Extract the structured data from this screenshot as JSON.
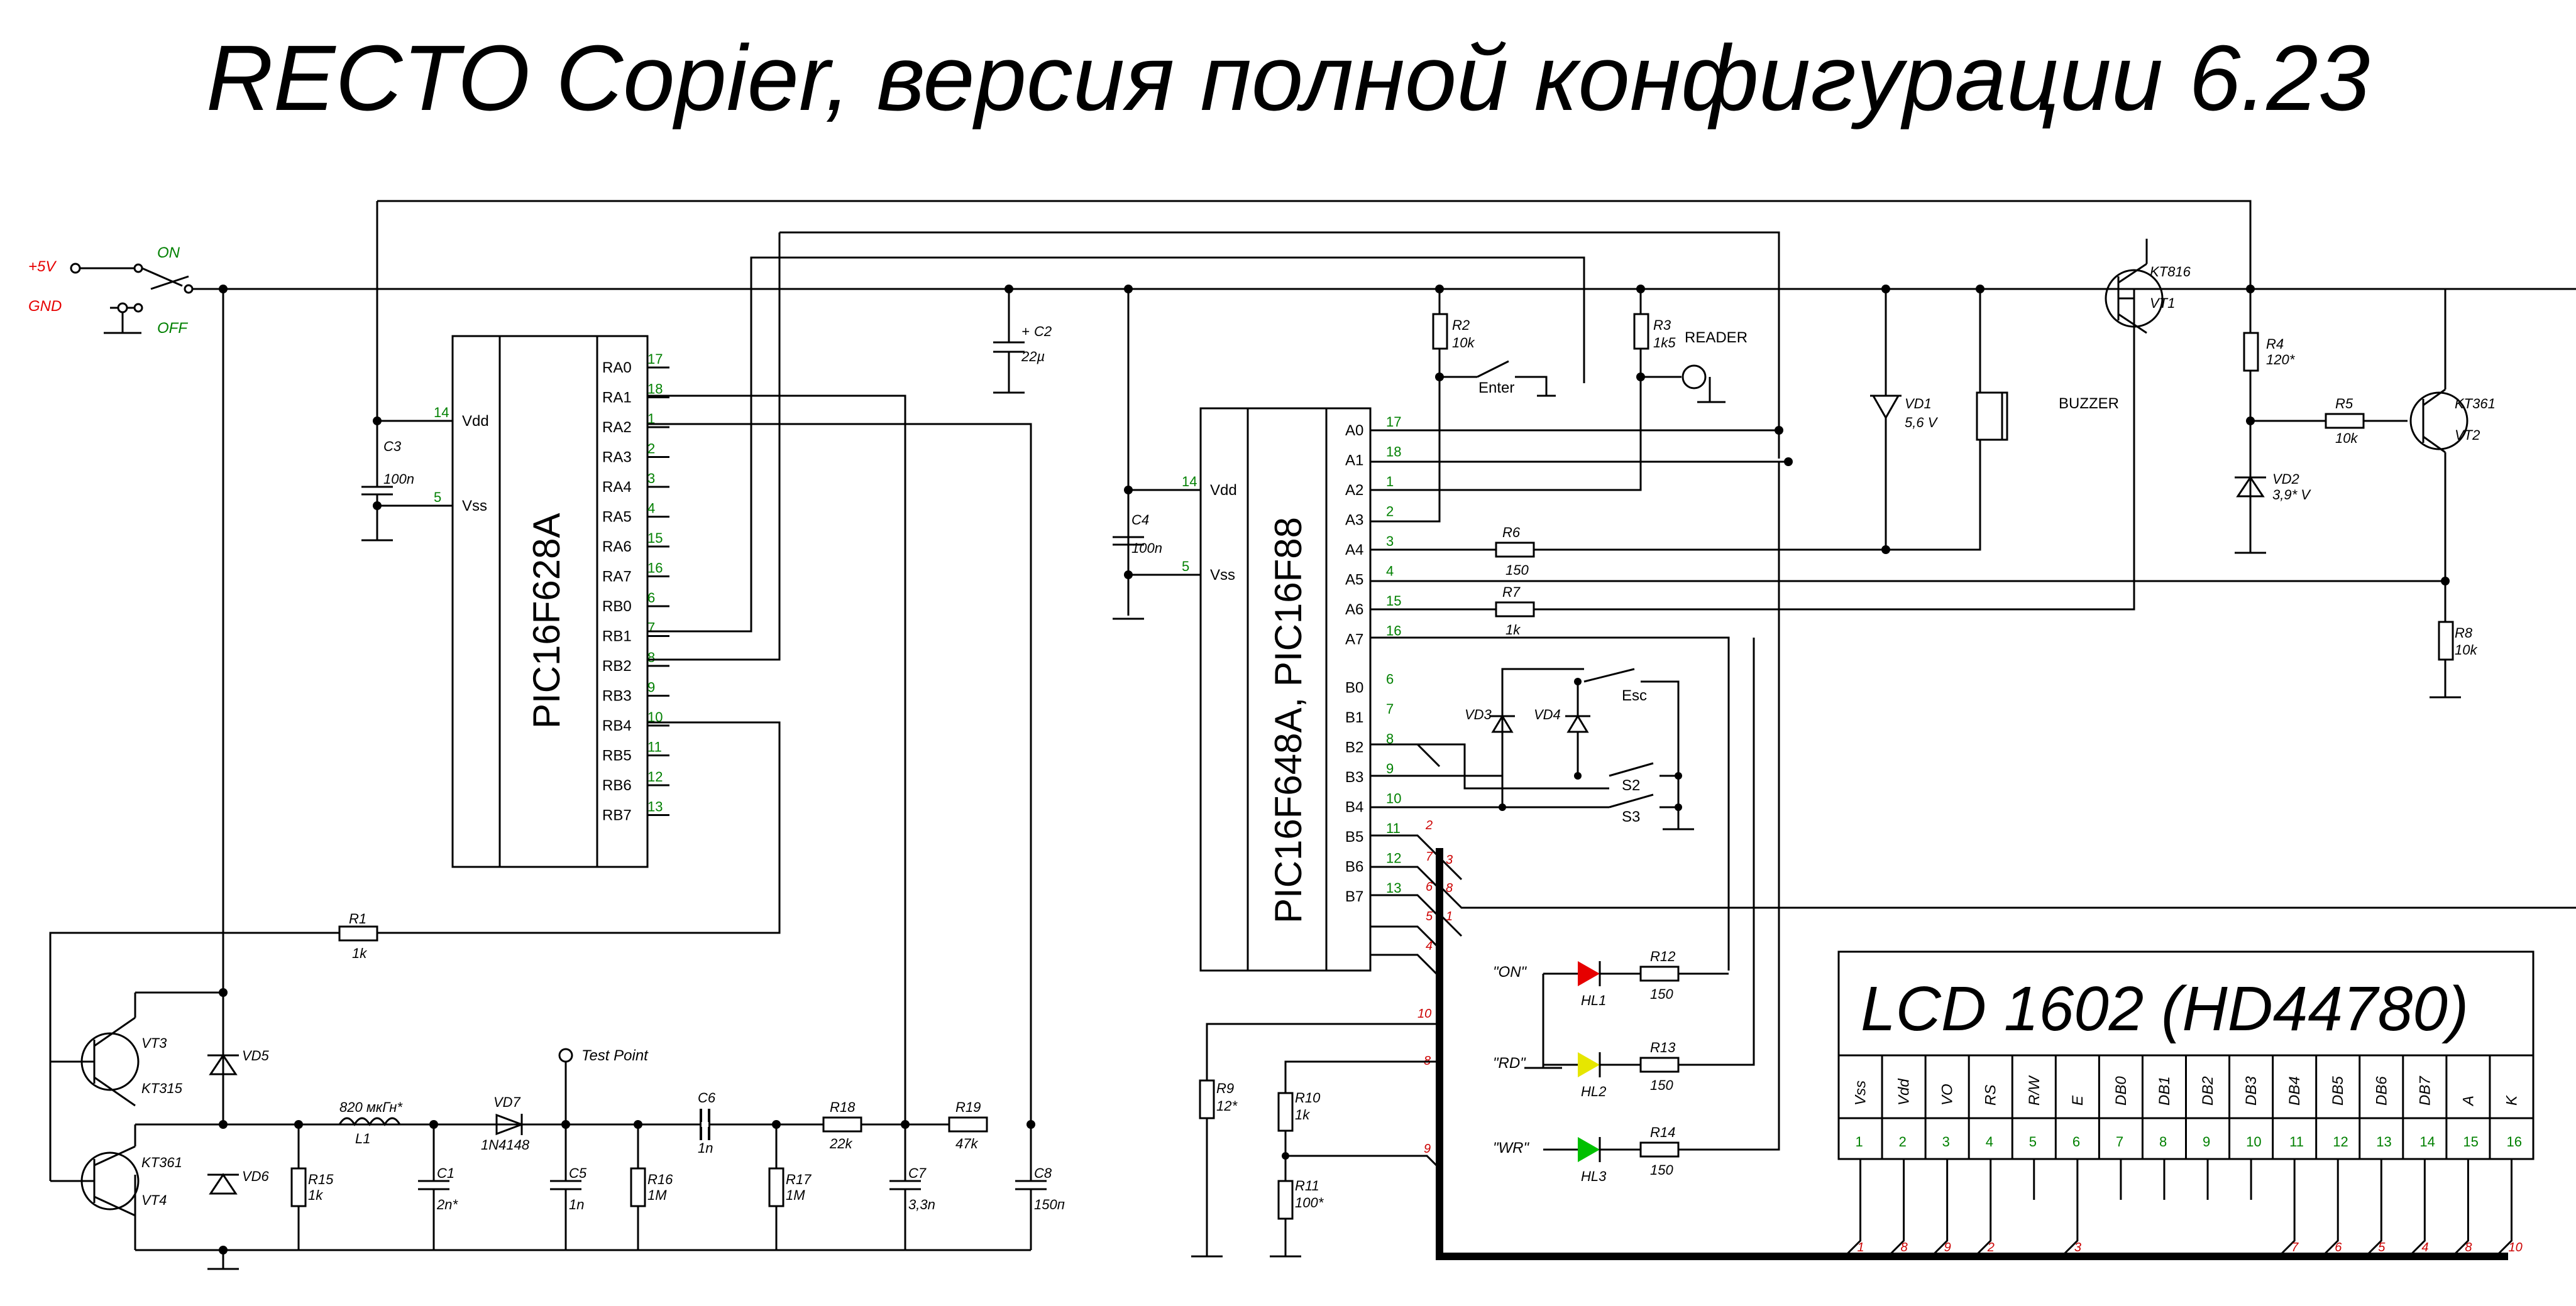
{
  "title": "RECTO Copier, версия полной конфигурации 6.23",
  "power": {
    "plus": "+5V",
    "gnd": "GND",
    "on": "ON",
    "off": "OFF"
  },
  "mcu1": {
    "name": "PIC16F628A",
    "left_pins": [
      {
        "n": "14",
        "s": "Vdd"
      },
      {
        "n": "5",
        "s": "Vss"
      }
    ],
    "right_pins": [
      {
        "s": "RA0",
        "n": "17"
      },
      {
        "s": "RA1",
        "n": "18"
      },
      {
        "s": "RA2",
        "n": "1"
      },
      {
        "s": "RA3",
        "n": "2"
      },
      {
        "s": "RA4",
        "n": "3"
      },
      {
        "s": "RA5",
        "n": "4"
      },
      {
        "s": "RA6",
        "n": "15"
      },
      {
        "s": "RA7",
        "n": "16"
      },
      {
        "s": "RB0",
        "n": "6"
      },
      {
        "s": "RB1",
        "n": "7"
      },
      {
        "s": "RB2",
        "n": "8"
      },
      {
        "s": "RB3",
        "n": "9"
      },
      {
        "s": "RB4",
        "n": "10"
      },
      {
        "s": "RB5",
        "n": "11"
      },
      {
        "s": "RB6",
        "n": "12"
      },
      {
        "s": "RB7",
        "n": "13"
      }
    ]
  },
  "mcu2": {
    "name": "PIC16F648A, PIC16F88",
    "left_pins": [
      {
        "n": "14",
        "s": "Vdd"
      },
      {
        "n": "5",
        "s": "Vss"
      }
    ],
    "right_pins": [
      {
        "s": "A0",
        "n": "17"
      },
      {
        "s": "A1",
        "n": "18"
      },
      {
        "s": "A2",
        "n": "1"
      },
      {
        "s": "A3",
        "n": "2"
      },
      {
        "s": "A4",
        "n": "3"
      },
      {
        "s": "A5",
        "n": "4"
      },
      {
        "s": "A6",
        "n": "15"
      },
      {
        "s": "A7",
        "n": "16"
      },
      {
        "s": "B0",
        "n": "6"
      },
      {
        "s": "B1",
        "n": "7"
      },
      {
        "s": "B2",
        "n": "8"
      },
      {
        "s": "B3",
        "n": "9"
      },
      {
        "s": "B4",
        "n": "10"
      },
      {
        "s": "B5",
        "n": "11"
      },
      {
        "s": "B6",
        "n": "12"
      },
      {
        "s": "B7",
        "n": "13"
      }
    ]
  },
  "bus_labels": {
    "b3": "2",
    "b4": "7",
    "b4b": "3",
    "b5": "6",
    "b5b": "8",
    "b6": "5",
    "b6b": "1",
    "b7": "4",
    "l10": "10",
    "l8": "8",
    "l9": "9"
  },
  "components": {
    "C2": {
      "ref": "C2",
      "val": "22µ",
      "plus": "+"
    },
    "C3": {
      "ref": "C3",
      "val": "100n"
    },
    "C4": {
      "ref": "C4",
      "val": "100n"
    },
    "R1": {
      "ref": "R1",
      "val": "1k"
    },
    "R2": {
      "ref": "R2",
      "val": "10k"
    },
    "R3": {
      "ref": "R3",
      "val": "1k5"
    },
    "R4": {
      "ref": "R4",
      "val": "120*"
    },
    "R5": {
      "ref": "R5",
      "val": "10k"
    },
    "R6": {
      "ref": "R6",
      "val": "150"
    },
    "R7": {
      "ref": "R7",
      "val": "1k"
    },
    "R8": {
      "ref": "R8",
      "val": "10k"
    },
    "R9": {
      "ref": "R9",
      "val": "12*"
    },
    "R10": {
      "ref": "R10",
      "val": "1k"
    },
    "R11": {
      "ref": "R11",
      "val": "100*"
    },
    "R12": {
      "ref": "R12",
      "val": "150"
    },
    "R13": {
      "ref": "R13",
      "val": "150"
    },
    "R14": {
      "ref": "R14",
      "val": "150"
    },
    "R15": {
      "ref": "R15",
      "val": "1k"
    },
    "R16": {
      "ref": "R16",
      "val": "1M"
    },
    "R17": {
      "ref": "R17",
      "val": "1M"
    },
    "R18": {
      "ref": "R18",
      "val": "22k"
    },
    "R19": {
      "ref": "R19",
      "val": "47k"
    },
    "C1": {
      "ref": "C1",
      "val": "2n*"
    },
    "C5": {
      "ref": "C5",
      "val": "1n"
    },
    "C6": {
      "ref": "C6",
      "val": "1n"
    },
    "C7": {
      "ref": "C7",
      "val": "3,3n"
    },
    "C8": {
      "ref": "C8",
      "val": "150п"
    },
    "L1": {
      "ref": "L1",
      "val": "820 мкГн*"
    },
    "VD1": {
      "ref": "VD1",
      "val": "5,6 V"
    },
    "VD2": {
      "ref": "VD2",
      "val": "3,9* V"
    },
    "VD3": {
      "ref": "VD3"
    },
    "VD4": {
      "ref": "VD4"
    },
    "VD5": {
      "ref": "VD5"
    },
    "VD6": {
      "ref": "VD6"
    },
    "VD7": {
      "ref": "VD7",
      "val": "1N4148"
    },
    "VT1": {
      "ref": "VT1",
      "val": "KT816"
    },
    "VT2": {
      "ref": "VT2",
      "val": "KT361"
    },
    "VT3": {
      "ref": "VT3",
      "val": "KT315"
    },
    "VT4": {
      "ref": "VT4",
      "val": "KT361"
    },
    "HL1": {
      "ref": "HL1",
      "tag": "\"ON\"",
      "color": "#e60000"
    },
    "HL2": {
      "ref": "HL2",
      "tag": "\"RD\"",
      "color": "#e6e600"
    },
    "HL3": {
      "ref": "HL3",
      "tag": "\"WR\"",
      "color": "#00c000"
    }
  },
  "misc": {
    "test_point": "Test Point",
    "reader": "READER",
    "buzzer": "BUZZER",
    "enter": "Enter",
    "esc": "Esc",
    "s2": "S2",
    "s3": "S3"
  },
  "led_colors": {
    "on": "#cc0000",
    "rd": "#e08000",
    "wr": "#008000"
  },
  "lcd": {
    "name": "LCD 1602 (HD44780)",
    "pins": [
      {
        "s": "Vss",
        "n": "1"
      },
      {
        "s": "Vdd",
        "n": "2"
      },
      {
        "s": "VO",
        "n": "3"
      },
      {
        "s": "RS",
        "n": "4"
      },
      {
        "s": "R/W",
        "n": "5"
      },
      {
        "s": "E",
        "n": "6"
      },
      {
        "s": "DB0",
        "n": "7"
      },
      {
        "s": "DB1",
        "n": "8"
      },
      {
        "s": "DB2",
        "n": "9"
      },
      {
        "s": "DB3",
        "n": "10"
      },
      {
        "s": "DB4",
        "n": "11"
      },
      {
        "s": "DB5",
        "n": "12"
      },
      {
        "s": "DB6",
        "n": "13"
      },
      {
        "s": "DB7",
        "n": "14"
      },
      {
        "s": "A",
        "n": "15"
      },
      {
        "s": "K",
        "n": "16"
      }
    ],
    "bus_taps": [
      "1",
      "8",
      "9",
      "2",
      "3",
      "7",
      "6",
      "5",
      "4",
      "8",
      "10"
    ]
  }
}
